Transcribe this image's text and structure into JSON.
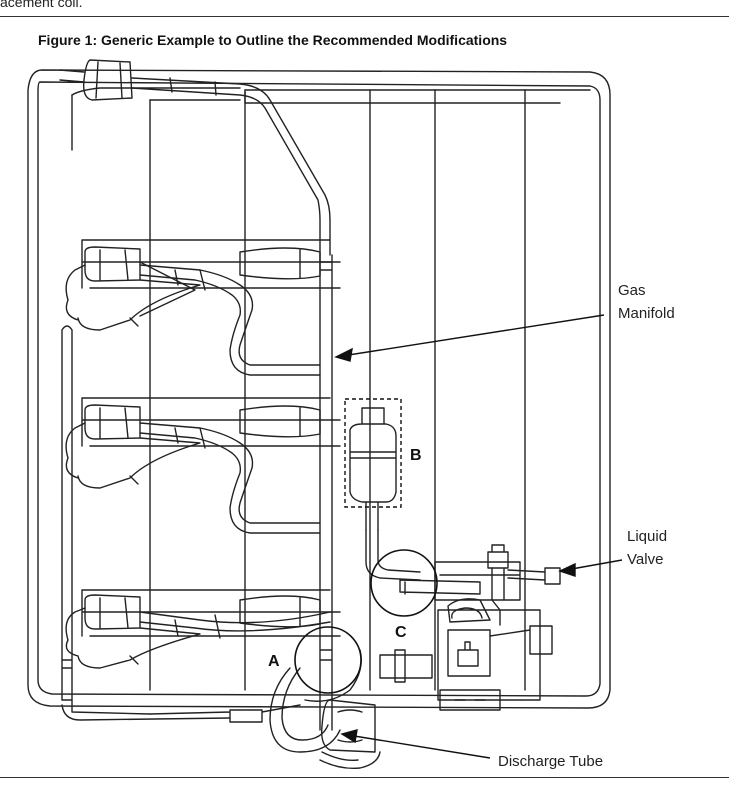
{
  "header_fragment": "acement coil.",
  "figure": {
    "title": "Figure 1: Generic Example to Outline the Recommended Modifications"
  },
  "labels": {
    "gas_manifold_line1": "Gas",
    "gas_manifold_line2": "Manifold",
    "liquid_valve_line1": "Liquid",
    "liquid_valve_line2": "Valve",
    "discharge_tube": "Discharge Tube",
    "callout_a": "A",
    "callout_b": "B",
    "callout_c": "C"
  }
}
